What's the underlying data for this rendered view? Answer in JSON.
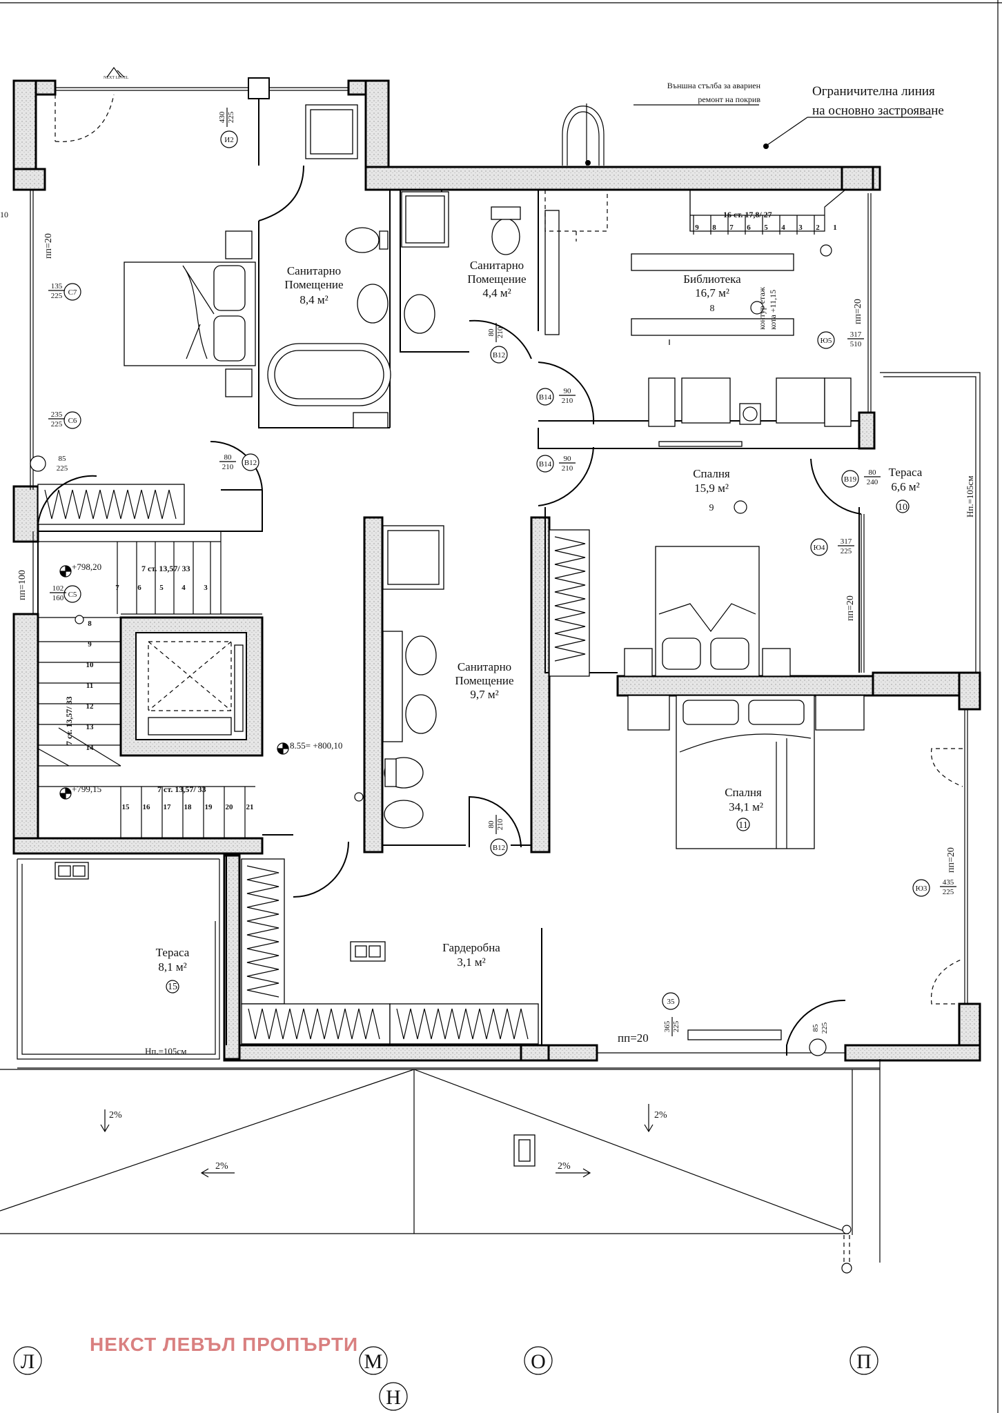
{
  "title_notes": {
    "boundary_line": [
      "Ограничителна линия",
      "на основно  застрояване"
    ],
    "ladder": [
      "Външна стълба за авариен",
      "ремонт на покрив"
    ]
  },
  "rooms": [
    {
      "name": "Санитарно\nПомещение",
      "area": "8,4 м²",
      "num": ""
    },
    {
      "name": "Санитарно\nПомещение",
      "area": "4,4 м²",
      "num": ""
    },
    {
      "name": "Библиотека",
      "area": "16,7 м²",
      "num": "8"
    },
    {
      "name": "Спалня",
      "area": "15,9 м²",
      "num": "9"
    },
    {
      "name": "Тераса",
      "area": "6,6 м²",
      "num": "10"
    },
    {
      "name": "Санитарно\nПомещение",
      "area": "9,7 м²",
      "num": ""
    },
    {
      "name": "Спалня",
      "area": "34,1 м²",
      "num": "11"
    },
    {
      "name": "Гардеробна",
      "area": "3,1 м²",
      "num": ""
    },
    {
      "name": "Тераса",
      "area": "8,1 м²",
      "num": "15"
    }
  ],
  "stairs": {
    "main": "16 ст. 17,8/ 27",
    "flight_top": "7 ст. 13,57/ 33",
    "flight_side": "7 ст. 13,57/ 33",
    "flight_bottom": "7 ст. 13,57/ 33",
    "steps_main": [
      "9",
      "8",
      "7",
      "6",
      "5",
      "4",
      "3",
      "2",
      "1"
    ],
    "steps_top": [
      "7",
      "6",
      "5",
      "4",
      "3"
    ],
    "steps_side": [
      "8",
      "9",
      "10",
      "11",
      "12",
      "13",
      "14"
    ],
    "steps_bottom": [
      "15",
      "16",
      "17",
      "18",
      "19",
      "20",
      "21"
    ]
  },
  "levels": {
    "l1": "+798,20",
    "l2": "8.55= +800,10",
    "l3": "+799,15",
    "contour": [
      "контур етаж",
      "кота +11,15"
    ]
  },
  "openings": {
    "I2": {
      "code": "И2",
      "dims": [
        "430",
        "225"
      ]
    },
    "C7": {
      "code": "С7",
      "dims": [
        "135",
        "225"
      ]
    },
    "C6": {
      "code": "С6",
      "dims": [
        "235",
        "225"
      ]
    },
    "C5": {
      "code": "С5",
      "dims": [
        "102",
        "160"
      ]
    },
    "Yu5": {
      "code": "Ю5",
      "dims": [
        "317",
        "510"
      ]
    },
    "Yu4": {
      "code": "Ю4",
      "dims": [
        "317",
        "225"
      ]
    },
    "Yu3": {
      "code": "Ю3",
      "dims": [
        "435",
        "225"
      ]
    },
    "B12a": {
      "code": "В12",
      "dims": [
        "80",
        "210"
      ]
    },
    "B12b": {
      "code": "В12",
      "dims": [
        "80",
        "210"
      ]
    },
    "B12c": {
      "code": "В12",
      "dims": [
        "80",
        "210"
      ]
    },
    "B14a": {
      "code": "В14",
      "dims": [
        "90",
        "210"
      ]
    },
    "B14b": {
      "code": "В14",
      "dims": [
        "90",
        "210"
      ]
    },
    "B19": {
      "code": "В19",
      "dims": [
        "80",
        "240"
      ]
    },
    "d85a": {
      "dims": [
        "85",
        "225"
      ]
    },
    "d85b": {
      "dims": [
        "85",
        "225"
      ]
    },
    "item35": {
      "code": "35",
      "dims": [
        "365",
        "225"
      ]
    }
  },
  "parapets": {
    "pp20_left": "пп=20",
    "pp100": "пп=100",
    "pp20_lib": "пп=20",
    "pp20_bed9": "пп=20",
    "pp20_bed11": "пп=20",
    "pp20_bottom": "пп=20",
    "hp_right": "Нп.=105см",
    "hp_bottom": "Нп.=105см"
  },
  "roof_slopes": [
    "2%",
    "2%",
    "2%",
    "2%"
  ],
  "edge_marks": [
    "10"
  ],
  "axes": [
    "Л",
    "М",
    "Н",
    "О",
    "П"
  ],
  "watermark": "НЕКСТ ЛЕВЪЛ ПРОПЪРТИ",
  "logo_text": "NEXT LEVEL"
}
